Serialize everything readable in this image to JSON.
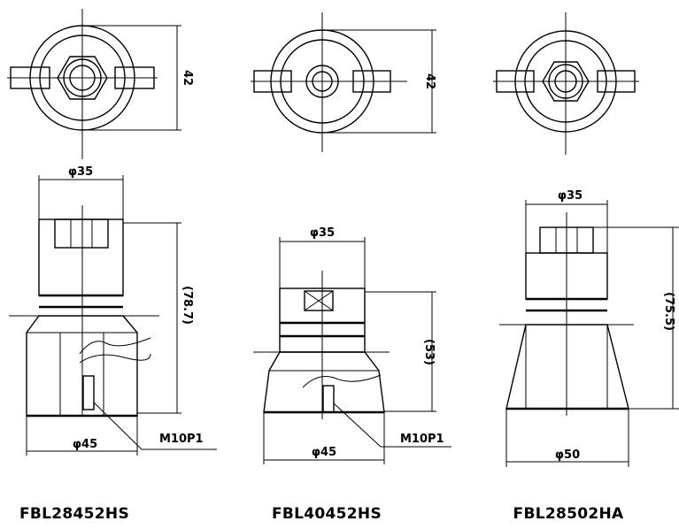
{
  "parts": [
    {
      "model": "FBL28452HS",
      "top_dim": "42",
      "top_diameter": "φ35",
      "bottom_diameter": "φ45",
      "height": "(78.7)",
      "thread": "M10P1"
    },
    {
      "model": "FBL40452HS",
      "top_dim": "42",
      "top_diameter": "φ35",
      "bottom_diameter": "φ45",
      "height": "(53)",
      "thread": "M10P1"
    },
    {
      "model": "FBL28502HA",
      "top_diameter": "φ35",
      "bottom_diameter": "φ50",
      "height": "(75.5)"
    }
  ]
}
